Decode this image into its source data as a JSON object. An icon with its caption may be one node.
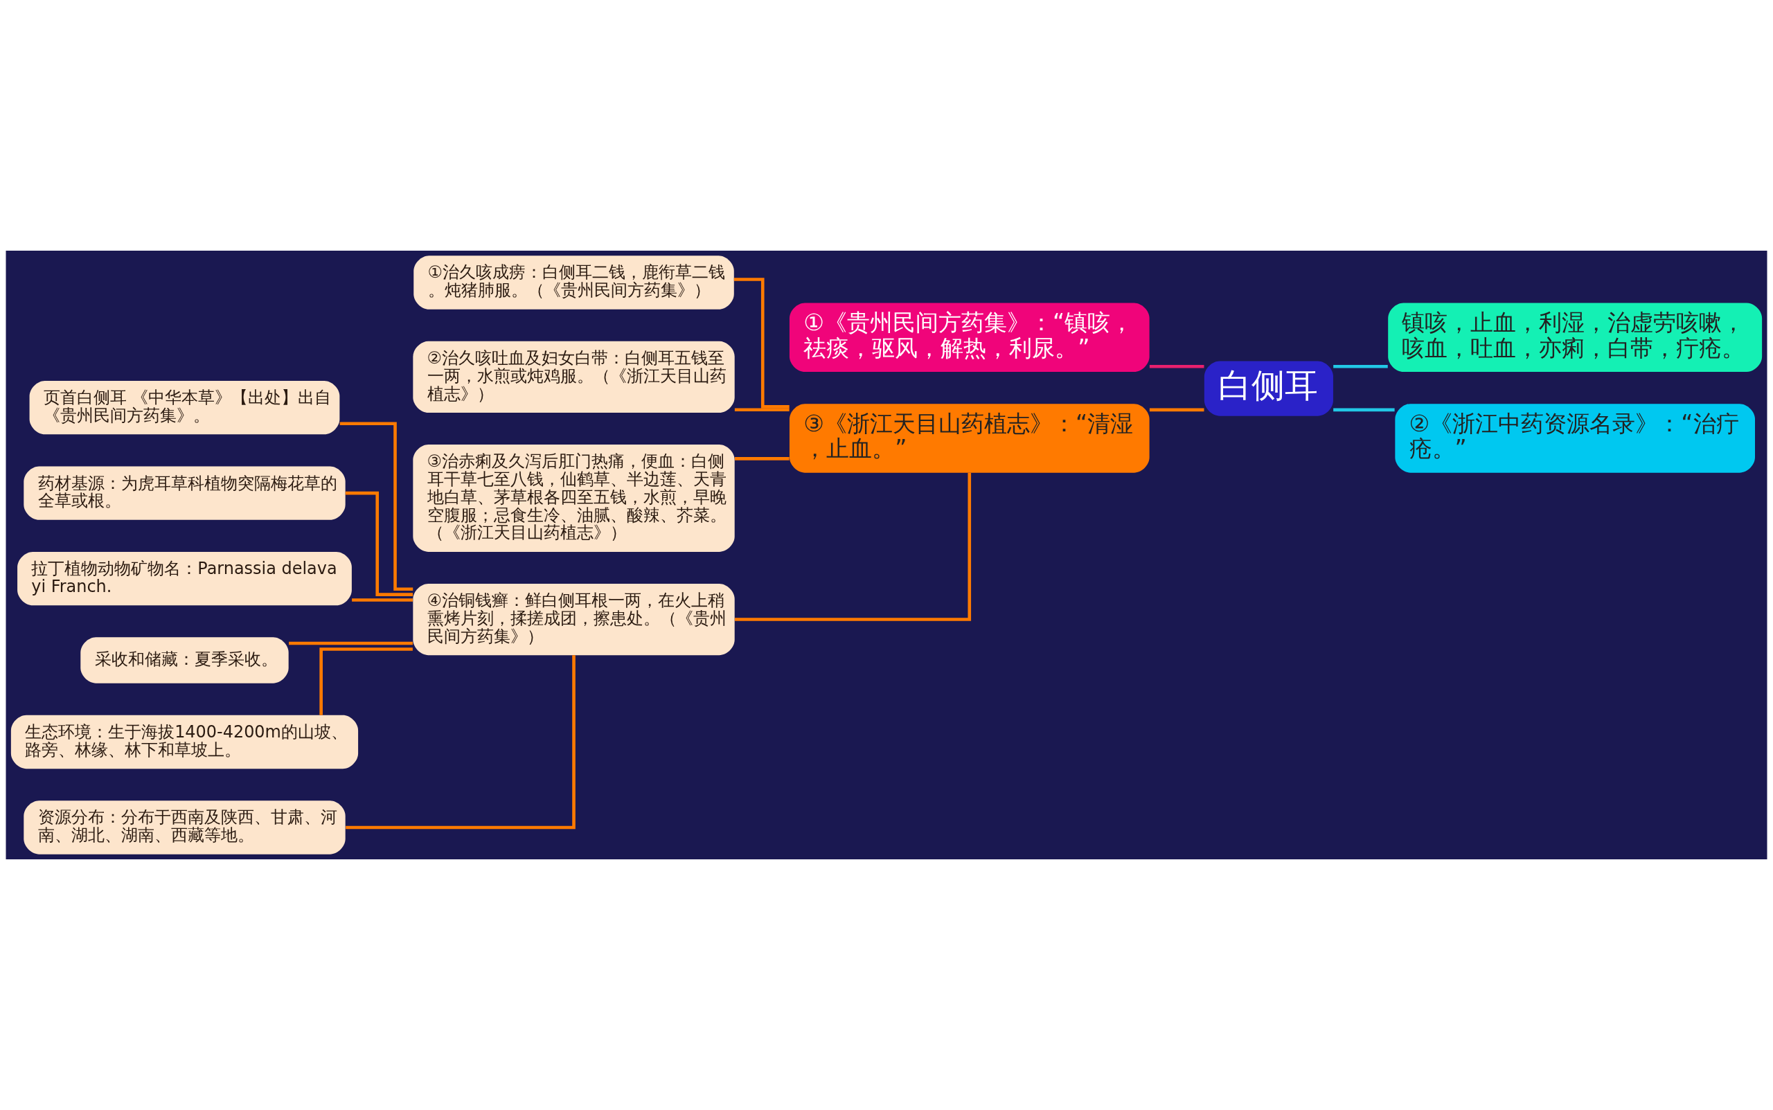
{
  "diagram": {
    "nodes": [
      {
        "text": [
          "白侧耳"
        ]
      },
      {
        "text": [
          "镇咳，止血，利湿，治虚劳咳嗽，咳血，吐血，亦痢，白带，疔疮。"
        ]
      },
      {
        "text": [
          "②《浙江中药资源名录》：“治疔疮。”"
        ]
      },
      {
        "text": [
          "①《贵州民间方药集》：“镇咳，祛痰，驱风，解热，利尿。”"
        ]
      },
      {
        "text": [
          "③《浙江天目山药植志》：“清湿，止血。”"
        ]
      },
      {
        "text": [
          "①治久咳成痨：白侧耳二钱，鹿衔草二钱。炖猪肺服。（《贵州民间方药集》）"
        ]
      },
      {
        "text": [
          "②治久咳吐血及妇女白带：白侧耳五钱至一两，水煎或炖鸡服。（《浙江天目山药植志》）"
        ]
      },
      {
        "text": [
          "③治赤痢及久泻后肛门热痛，便血：白侧耳干草七至八钱，仙鹤草、半边莲、天青地白草、茅草根各四至五钱，水煎，早晚空腹服；忌食生冷、油腻、酸辣、芥菜。（《浙江天目山药植志》）"
        ]
      },
      {
        "text": [
          "④治铜钱癣：鲜白侧耳根一两，在火上稍熏烤片刻，揉搓成团，擦患处。（《贵州民间方药集》）"
        ]
      },
      {
        "text": [
          "页首白侧耳 《中华本草》【出处】出自《贵州民间方药集》。"
        ]
      },
      {
        "text": [
          "药材基源：为虎耳草科植物突隔梅花草的全草或根。"
        ]
      },
      {
        "text": [
          "拉丁植物动物矿物名：Parnassia delavayi Franch."
        ]
      },
      {
        "text": [
          "采收和储藏：夏季采收。"
        ]
      },
      {
        "text": [
          "生态环境：生于海拔1400-4200m的山坡、路旁、林缘、林下和草坡上。"
        ]
      },
      {
        "text": [
          "资源分布：分布于西南及陕西、甘肃、河南、湖北、湖南、西藏等地。"
        ]
      }
    ],
    "edges": [
      {
        "from": 0,
        "to": 1,
        "arrow": "none",
        "color": "#22c8e6"
      },
      {
        "from": 0,
        "to": 2,
        "arrow": "none",
        "color": "#22c8e6"
      },
      {
        "from": 0,
        "to": 3,
        "arrow": "none",
        "color": "#e8206e"
      },
      {
        "from": 0,
        "to": 4,
        "arrow": "none"
      },
      {
        "from": 4,
        "to": 5,
        "arrow": "none"
      },
      {
        "from": 4,
        "to": 6,
        "arrow": "none"
      },
      {
        "from": 4,
        "to": 7,
        "arrow": "none"
      },
      {
        "from": 4,
        "to": 8,
        "arrow": "none"
      },
      {
        "from": 8,
        "to": 9,
        "arrow": "none"
      },
      {
        "from": 8,
        "to": 10,
        "arrow": "none"
      },
      {
        "from": 8,
        "to": 11,
        "arrow": "none"
      },
      {
        "from": 8,
        "to": 12,
        "arrow": "none"
      },
      {
        "from": 8,
        "to": 13,
        "arrow": "none"
      },
      {
        "from": 8,
        "to": 14,
        "arrow": "none"
      }
    ]
  }
}
